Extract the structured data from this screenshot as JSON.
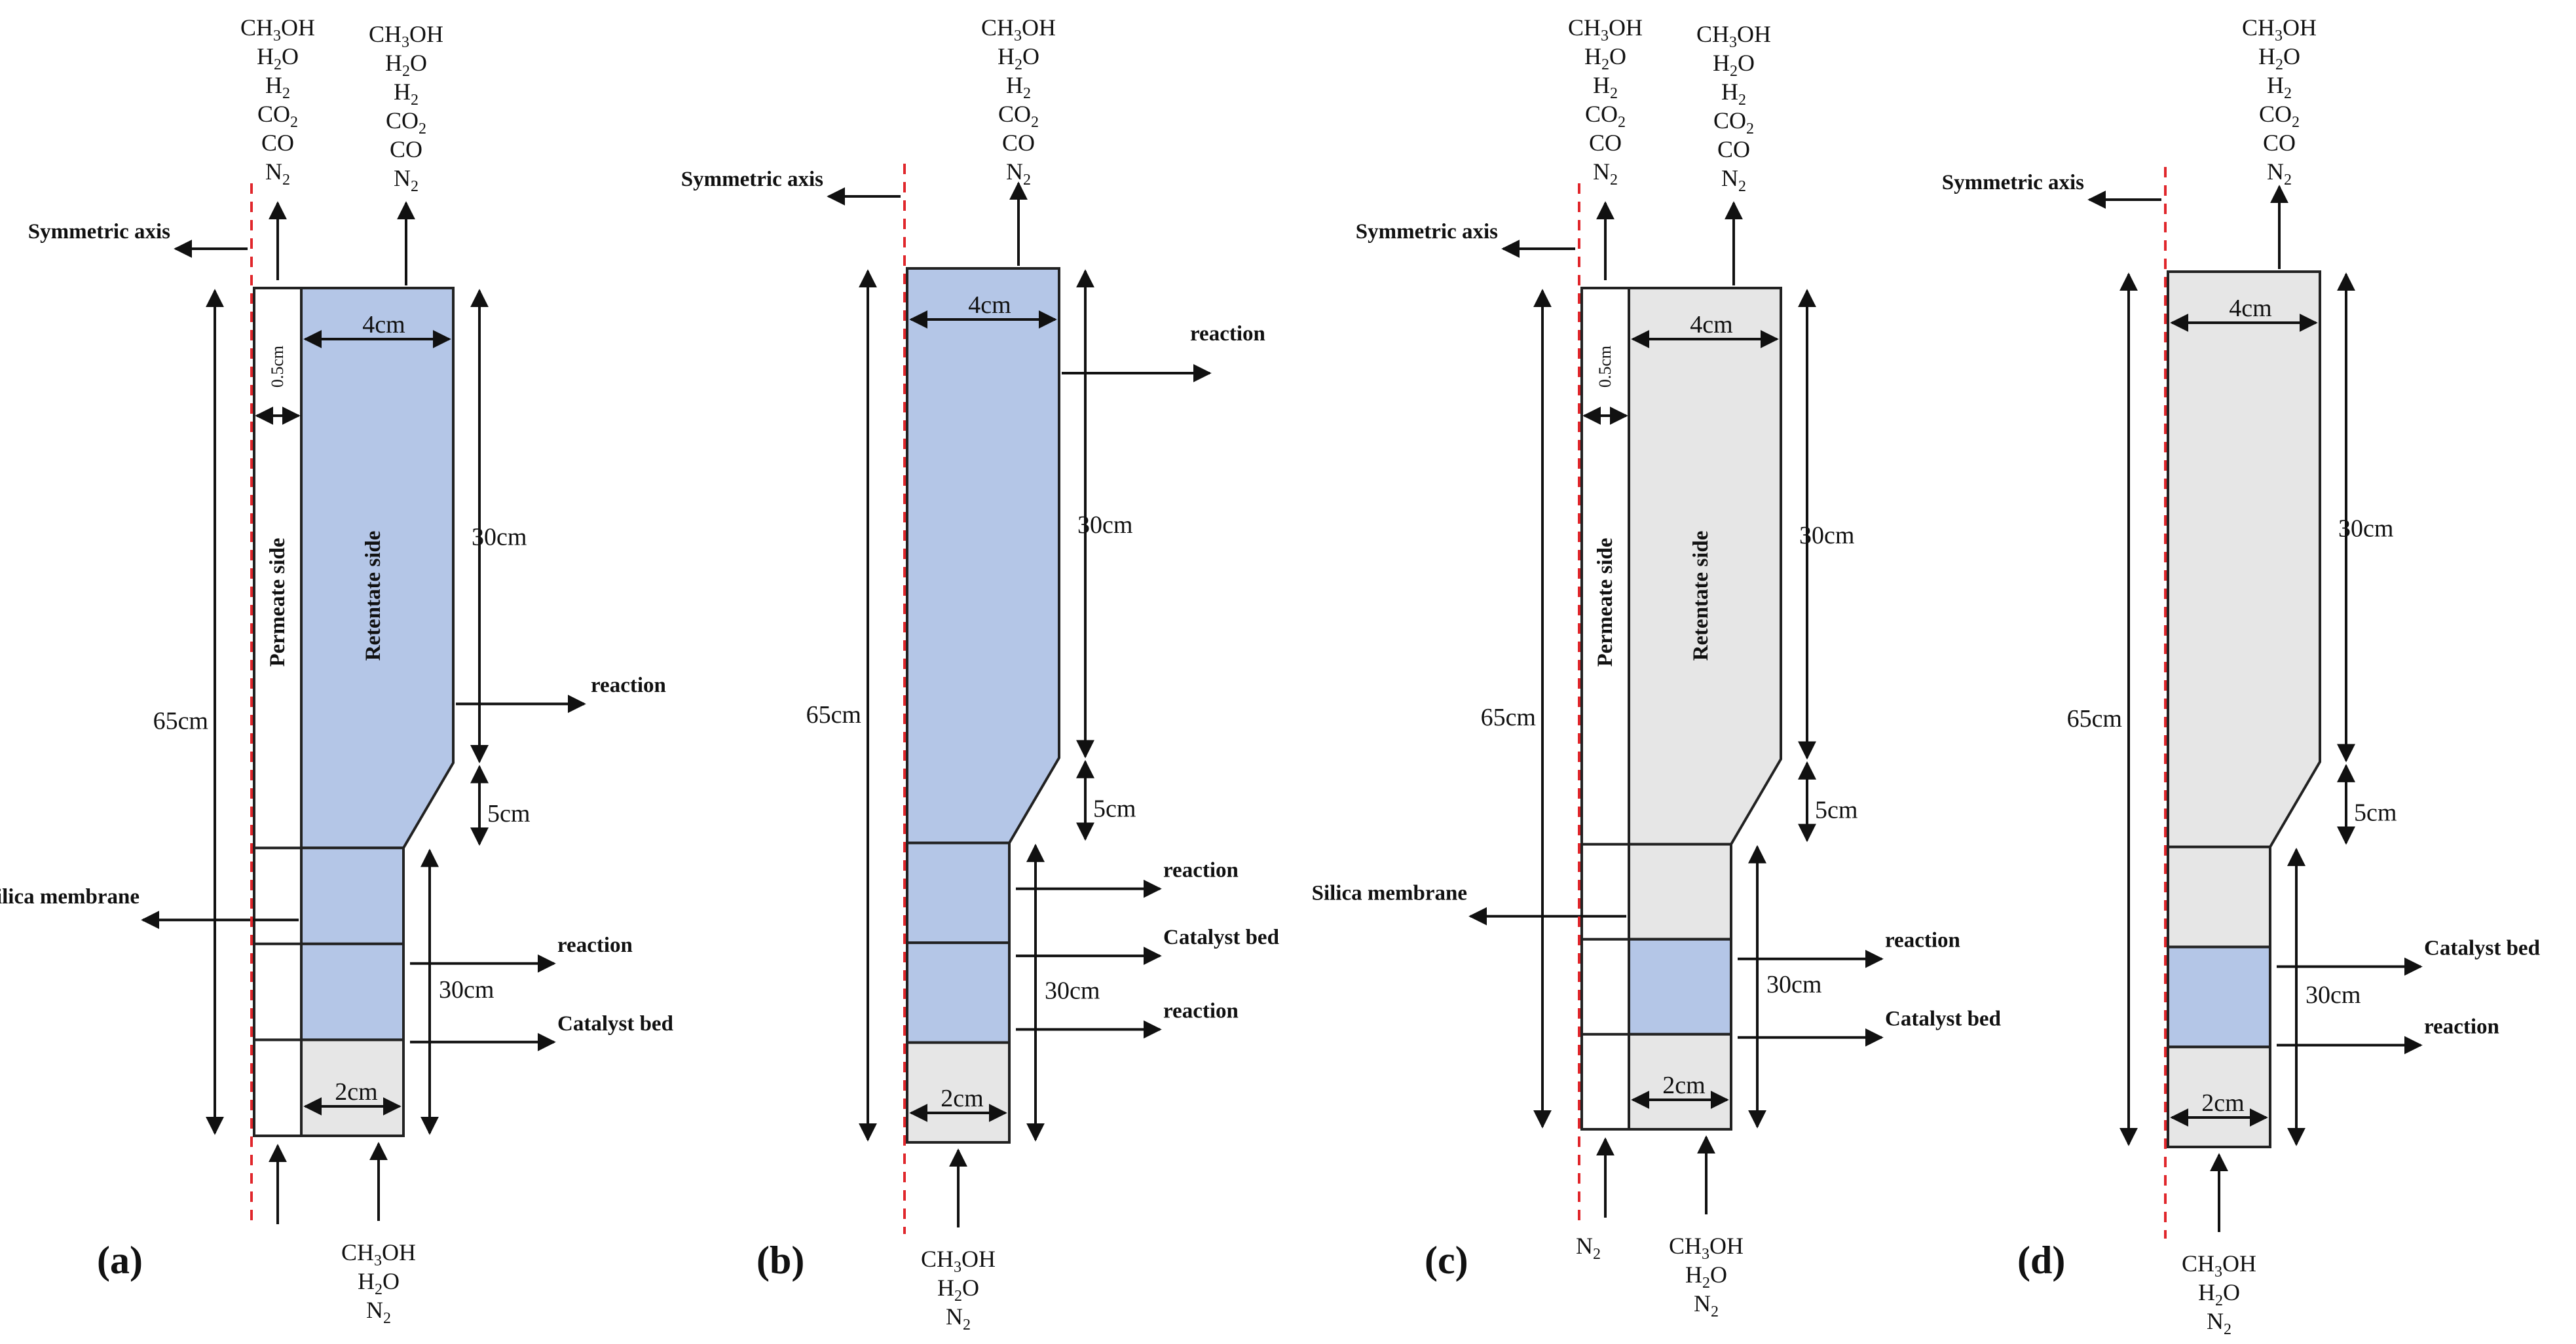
{
  "colors": {
    "blue": "#b4c6e7",
    "gray": "#e6e6e6",
    "symmetric_axis": "#e0262b",
    "line": "#111111"
  },
  "species": {
    "outlet": [
      "CH3OH",
      "H2O",
      "H2",
      "CO2",
      "CO",
      "N2"
    ],
    "feed": [
      "CH3OH",
      "H2O",
      "N2"
    ],
    "sweep": [
      "N2"
    ]
  },
  "labels": {
    "symmetric_axis": "Symmetric axis",
    "silica_membrane": "Silica membrane",
    "reaction": "reaction",
    "catalyst_bed": "Catalyst bed",
    "permeate_side": "Permeate side",
    "retentate_side": "Retentate side"
  },
  "dimensions": {
    "total_height": "65cm",
    "top_section": "30cm",
    "taper": "5cm",
    "bottom_section": "30cm",
    "top_width": "4cm",
    "bottom_width": "2cm",
    "membrane_gap": "0.5cm"
  },
  "panels": [
    {
      "id": "a",
      "label": "(a)",
      "membrane": true,
      "fills": [
        "blue",
        "blue",
        "blue",
        "gray"
      ]
    },
    {
      "id": "b",
      "label": "(b)",
      "membrane": false,
      "fills": [
        "blue",
        "blue",
        "blue",
        "gray"
      ]
    },
    {
      "id": "c",
      "label": "(c)",
      "membrane": true,
      "fills": [
        "gray",
        "gray",
        "blue",
        "gray"
      ]
    },
    {
      "id": "d",
      "label": "(d)",
      "membrane": false,
      "fills": [
        "gray",
        "gray",
        "blue",
        "gray"
      ]
    }
  ]
}
